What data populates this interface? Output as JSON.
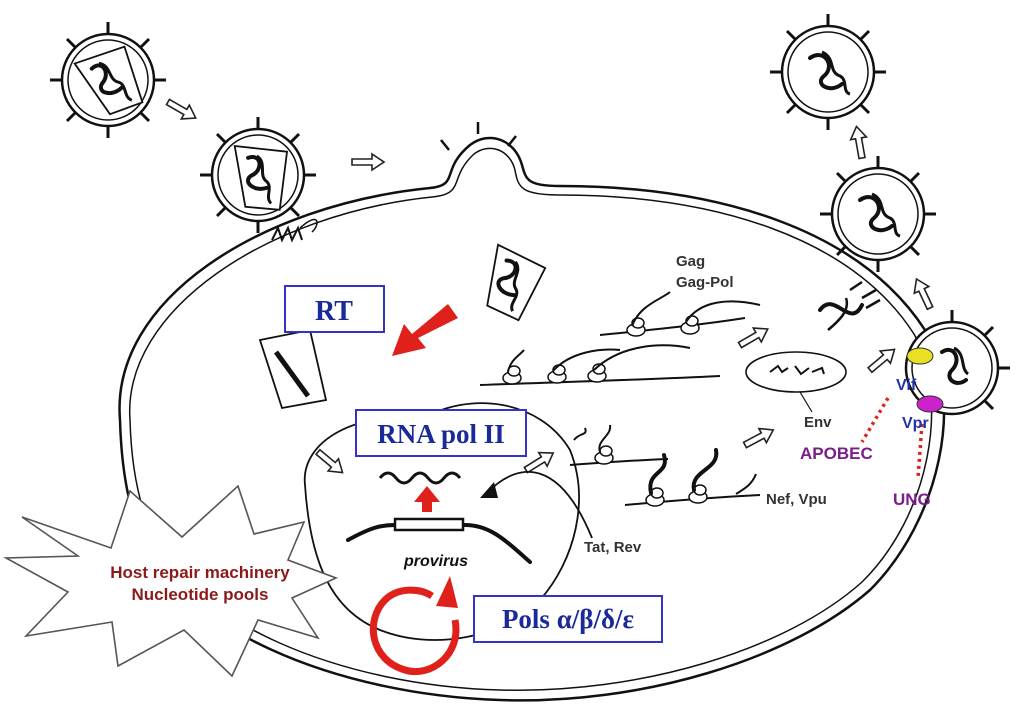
{
  "labels": {
    "rt": "RT",
    "rna_pol": "RNA pol II",
    "pols": "Pols α/β/δ/ε",
    "gag": "Gag",
    "gag_pol": "Gag-Pol",
    "env": "Env",
    "vif": "Vif",
    "vpr": "Vpr",
    "apobec": "APOBEC",
    "ung": "UNG",
    "nef_vpu": "Nef, Vpu",
    "tat_rev": "Tat, Rev",
    "provirus": "provirus",
    "host_repair_line1": "Host repair machinery",
    "host_repair_line2": "Nucleotide pools"
  },
  "colors": {
    "box_border": "#3333cc",
    "box_text": "#1a2a9a",
    "red_arrow": "#e0201a",
    "host_text": "#8b1a1a",
    "viral_protein_text": "#2233aa",
    "host_factor_text": "#7a1f8a",
    "vif_fill": "#e8e020",
    "vpr_fill": "#cc22cc",
    "dotted_link": "#dd2222"
  }
}
